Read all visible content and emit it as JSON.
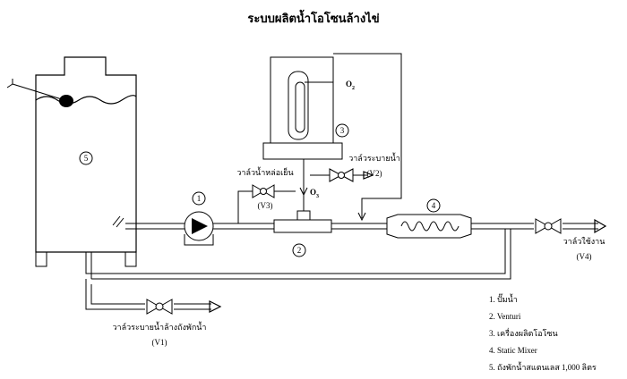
{
  "title": "ระบบผลิตน้ำโอโซนล้างไข่",
  "labels": {
    "o2": "O",
    "o2_sub": "2",
    "o3": "O",
    "o3_sub": "3",
    "v1_name": "วาล์วระบายน้ำล้างถังพักน้ำ",
    "v1_code": "(V1)",
    "v2_name": "วาล์วระบายน้ำ",
    "v2_code": "(V2)",
    "v3_name": "วาล์วน้ำหล่อเย็น",
    "v3_code": "(V3)",
    "v4_name": "วาล์วใช้งาน",
    "v4_code": "(V4)"
  },
  "numbers": [
    "1",
    "2",
    "3",
    "4",
    "5"
  ],
  "legend": [
    "1. ปั๊มน้ำ",
    "2. Venturi",
    "3. เครื่องผลิตโอโซน",
    "4. Static Mixer",
    "5. ถังพักน้ำสแตนเลส 1,000 ลิตร"
  ]
}
